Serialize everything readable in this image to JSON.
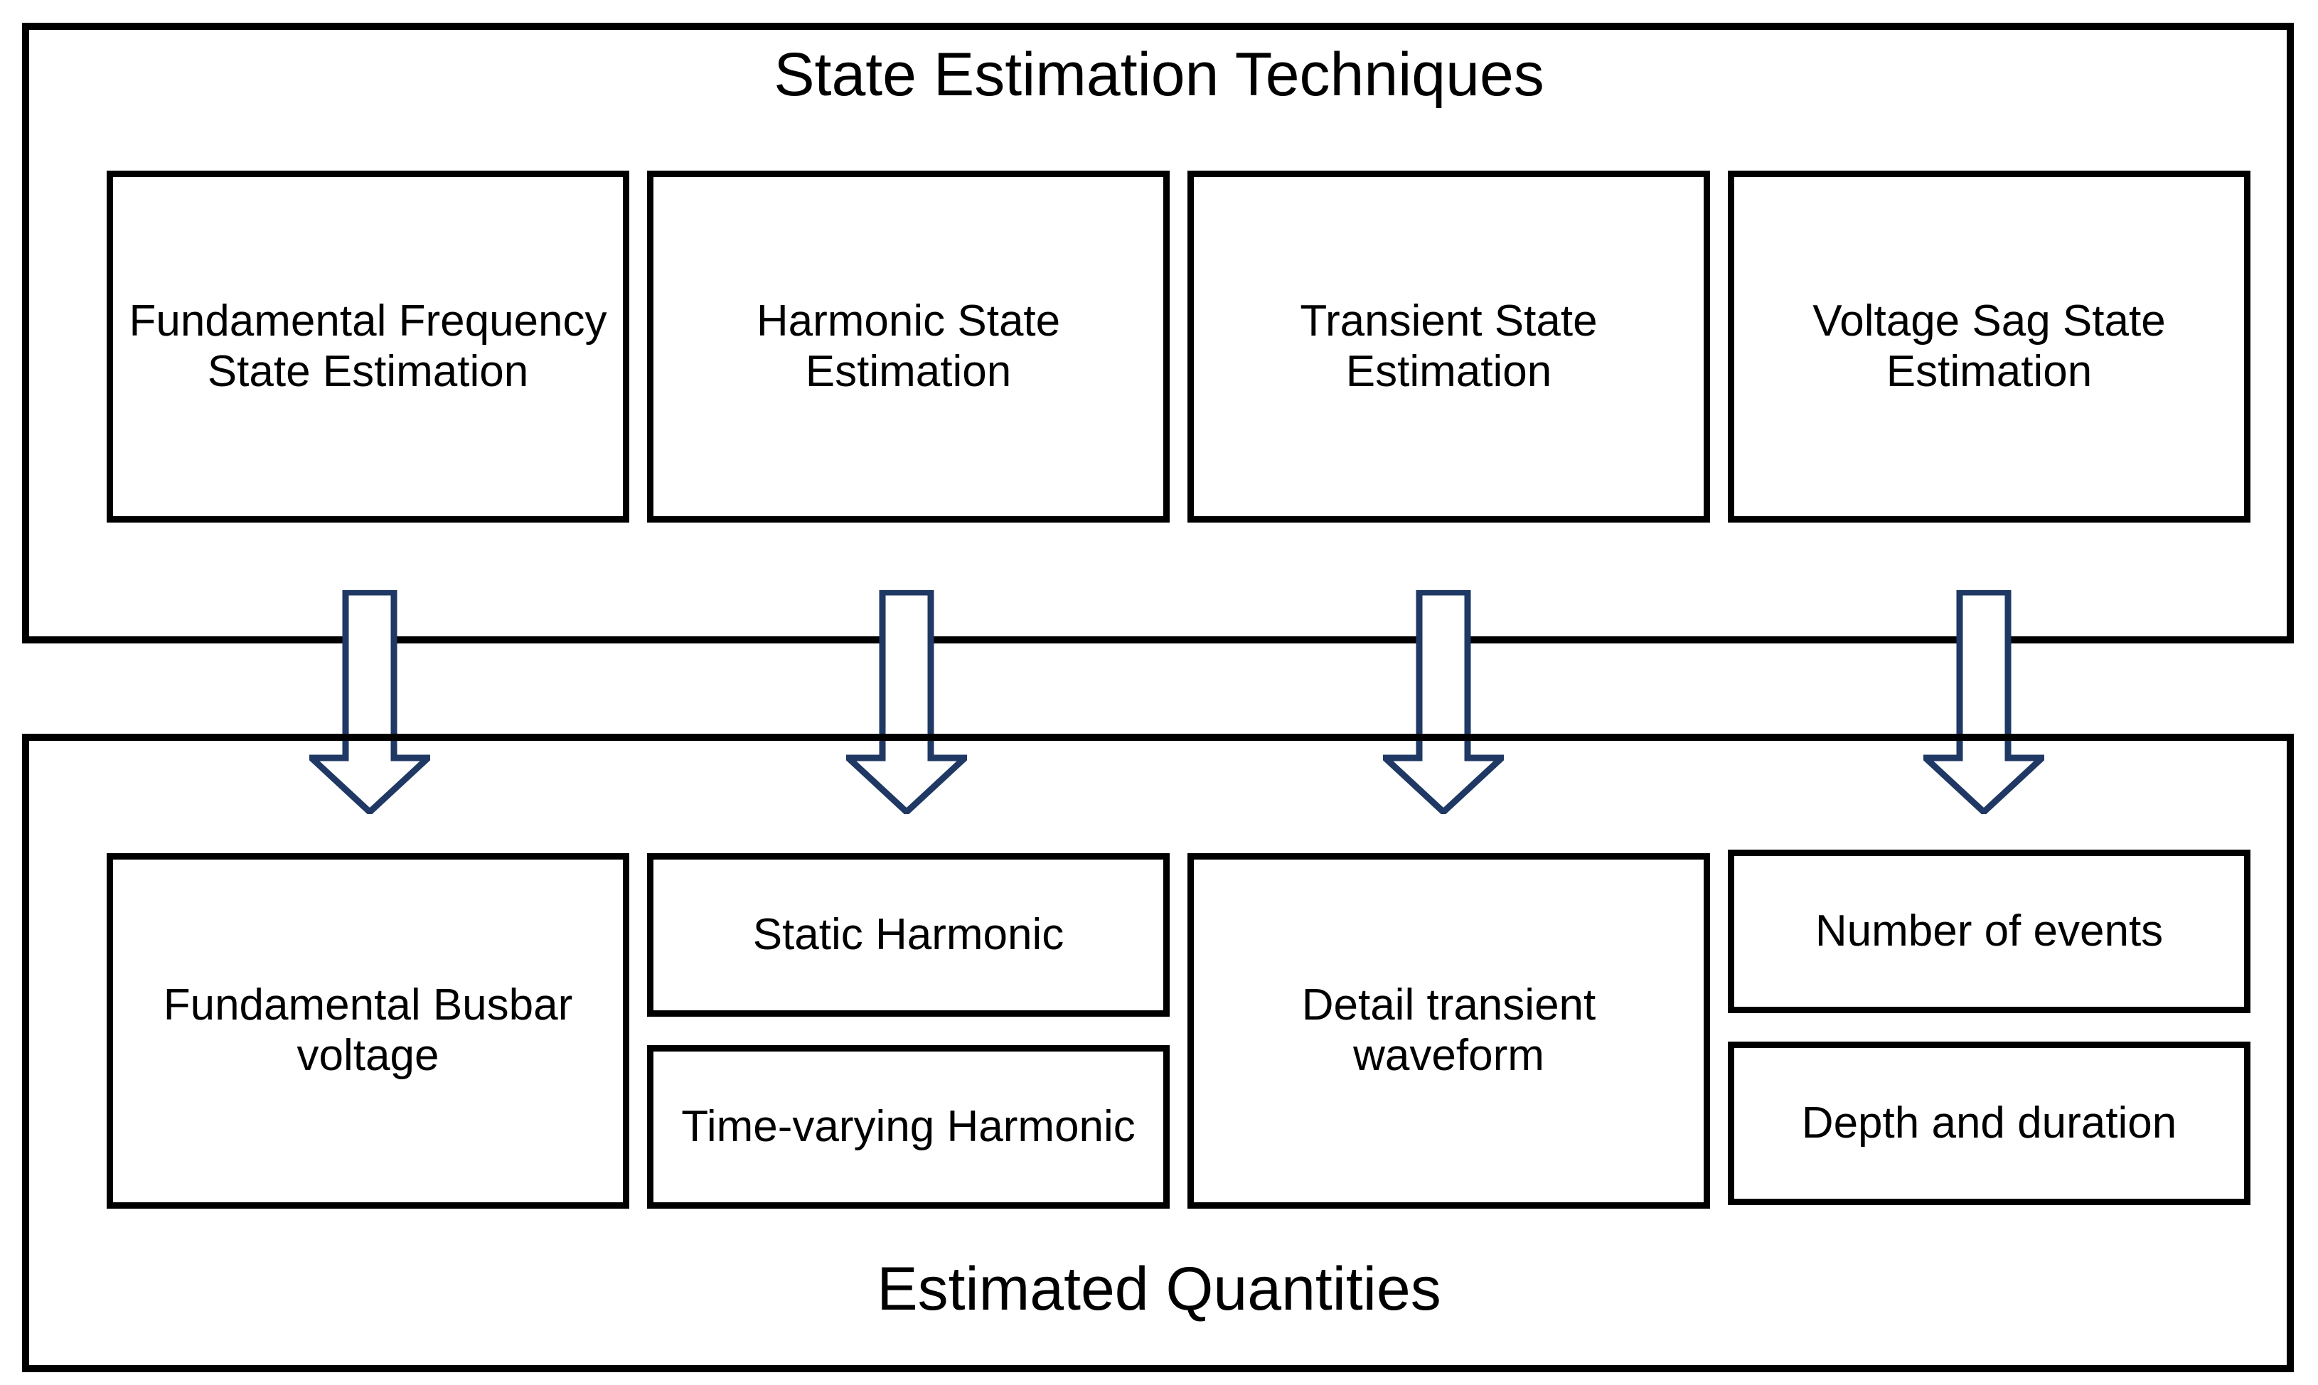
{
  "diagram": {
    "title_top": "State Estimation Techniques",
    "title_bottom": "Estimated Quantities",
    "colors": {
      "border": "#000000",
      "arrow_stroke": "#1F3864",
      "arrow_fill": "#FFFFFF",
      "background": "#FFFFFF",
      "text": "#000000"
    },
    "techniques": [
      {
        "label": "Fundamental Frequency State Estimation"
      },
      {
        "label": "Harmonic State Estimation"
      },
      {
        "label": "Transient State Estimation"
      },
      {
        "label": "Voltage Sag State Estimation"
      }
    ],
    "quantities": [
      {
        "label": "Fundamental Busbar voltage"
      },
      {
        "label": "Static Harmonic"
      },
      {
        "label": "Time-varying Harmonic"
      },
      {
        "label": "Detail transient waveform"
      },
      {
        "label": "Number of events"
      },
      {
        "label": "Depth and duration"
      }
    ],
    "arrows": [
      {
        "name": "down-arrow-1",
        "from": "Fundamental Frequency State Estimation",
        "to": "Fundamental Busbar voltage"
      },
      {
        "name": "down-arrow-2",
        "from": "Harmonic State Estimation",
        "to": "Static Harmonic / Time-varying Harmonic"
      },
      {
        "name": "down-arrow-3",
        "from": "Transient State Estimation",
        "to": "Detail transient waveform"
      },
      {
        "name": "down-arrow-4",
        "from": "Voltage Sag State Estimation",
        "to": "Number of events / Depth and duration"
      }
    ]
  }
}
